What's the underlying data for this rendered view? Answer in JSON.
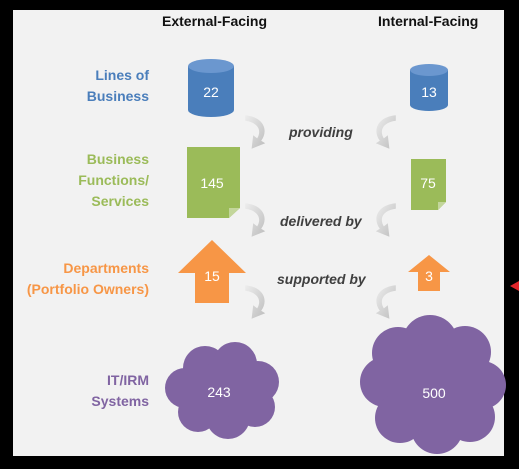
{
  "headers": {
    "external": "External-Facing",
    "internal": "Internal-Facing"
  },
  "rows": [
    {
      "label_lines": [
        "Lines of",
        "Business"
      ],
      "color": "#4a7ebb",
      "shape": "cylinder",
      "external": "22",
      "internal": "13"
    },
    {
      "label_lines": [
        "Business",
        "Functions/",
        "Services"
      ],
      "color": "#9bbb59",
      "shape": "document",
      "external": "145",
      "internal": "75"
    },
    {
      "label_lines": [
        "Departments",
        "(Portfolio Owners)"
      ],
      "color": "#f79646",
      "shape": "up-arrow",
      "external": "15",
      "internal": "3"
    },
    {
      "label_lines": [
        "IT/IRM",
        "Systems"
      ],
      "color": "#8064a2",
      "shape": "cloud",
      "external": "243",
      "internal": "500"
    }
  ],
  "connectors": [
    "providing",
    "delivered by",
    "supported by"
  ],
  "colors": {
    "background": "#f2f2f2",
    "border": "#000000",
    "connector_text": "#404040",
    "curved_arrow": "#d9d9d9",
    "marker": "#e0262b"
  }
}
